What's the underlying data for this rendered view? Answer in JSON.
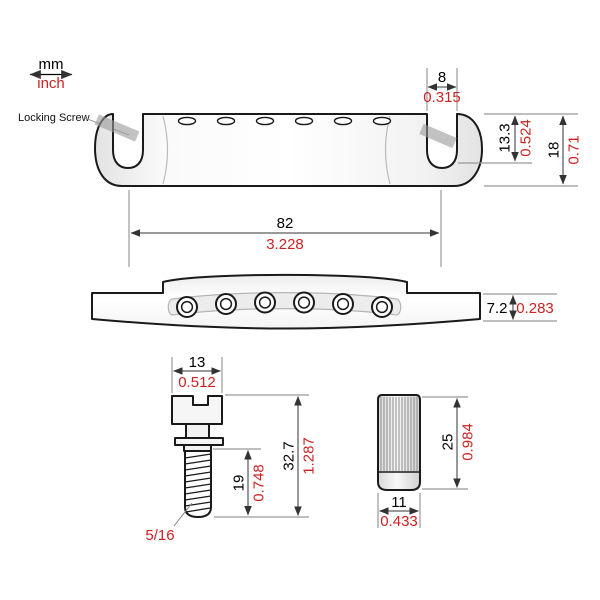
{
  "legend": {
    "metric": "mm",
    "imperial": "inch"
  },
  "annotations": {
    "locking_screw": "Locking Screw",
    "thread_size": "5/16"
  },
  "dimensions": {
    "slot_width": {
      "mm": "8",
      "inch": "0.315"
    },
    "slot_depth": {
      "mm": "13.3",
      "inch": "0.524"
    },
    "body_height": {
      "mm": "18",
      "inch": "0.71"
    },
    "post_spacing": {
      "mm": "82",
      "inch": "3.228"
    },
    "wing_thickness": {
      "mm": "7.2",
      "inch": "0.283"
    },
    "stud_head_width": {
      "mm": "13",
      "inch": "0.512"
    },
    "stud_overall_length": {
      "mm": "32.7",
      "inch": "1.287"
    },
    "thread_length": {
      "mm": "19",
      "inch": "0.748"
    },
    "bushing_length": {
      "mm": "25",
      "inch": "0.984"
    },
    "bushing_diameter": {
      "mm": "11",
      "inch": "0.433"
    }
  },
  "colors": {
    "metric_text": "#000000",
    "imperial_text": "#cc2222",
    "part_outline": "#1a1a1a",
    "extension_line": "#999999",
    "background": "#ffffff"
  }
}
